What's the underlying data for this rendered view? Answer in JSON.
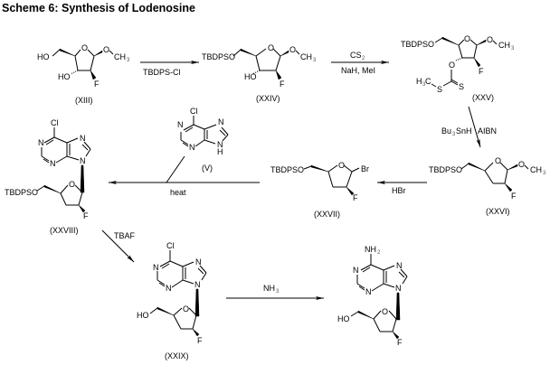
{
  "title": "Scheme 6: Synthesis of Lodenosine",
  "compounds": {
    "xiii": {
      "label": "(XIII)",
      "r5": "HO",
      "r3": "HO",
      "r2": "F",
      "r1_o": "O",
      "r1_me": "CH",
      "r1_me_sub": "3",
      "ring_o": "O"
    },
    "xxiv": {
      "label": "(XXIV)",
      "r5": "TBDPSO",
      "r3": "HO",
      "r2": "F",
      "r1_o": "O",
      "r1_me": "CH",
      "r1_me_sub": "3",
      "ring_o": "O"
    },
    "xxv": {
      "label": "(XXV)",
      "r5": "TBDPSO",
      "r3_o": "O",
      "r2": "F",
      "r1_o": "O",
      "r1_me": "CH",
      "r1_me_sub": "3",
      "ring_o": "O",
      "xanthate_me": "H",
      "xanthate_me_sub": "3",
      "xanthate_me_c": "C",
      "s1": "S",
      "s2": "S"
    },
    "xxvi": {
      "label": "(XXVI)",
      "r5": "TBDPSO",
      "r2": "F",
      "r1_o": "O",
      "r1_me": "CH",
      "r1_me_sub": "3",
      "ring_o": "O"
    },
    "xxvii": {
      "label": "(XXVII)",
      "r5": "TBDPSO",
      "r2": "F",
      "r1": "Br",
      "ring_o": "O"
    },
    "v": {
      "label": "(V)",
      "cl": "Cl",
      "n1": "N",
      "n3": "N",
      "n7": "N",
      "n9": "N",
      "h9": "H"
    },
    "xxviii": {
      "label": "(XXVIII)",
      "r5": "TBDPSO",
      "r2": "F",
      "ring_o": "O",
      "cl": "Cl",
      "n1": "N",
      "n3": "N",
      "n7": "N",
      "n9": "N"
    },
    "xxix": {
      "label": "(XXIX)",
      "r5": "HO",
      "r2": "F",
      "ring_o": "O",
      "cl": "Cl",
      "n1": "N",
      "n3": "N",
      "n7": "N",
      "n9": "N"
    },
    "lodenosine": {
      "r5": "HO",
      "r2": "F",
      "ring_o": "O",
      "nh": "NH",
      "nh_sub": "2",
      "n1": "N",
      "n3": "N",
      "n7": "N",
      "n9": "N"
    }
  },
  "reagents": {
    "step1": "TBDPS-Cl",
    "step2_top": "CS",
    "step2_top_sub": "2",
    "step2_bottom": "NaH, MeI",
    "step3_left": "Bu",
    "step3_left_sub": "3",
    "step3_left_rest": "SnH",
    "step3_right": "AIBN",
    "step4": "HBr",
    "step5": "heat",
    "step6": "TBAF",
    "step7": "NH",
    "step7_sub": "3"
  }
}
